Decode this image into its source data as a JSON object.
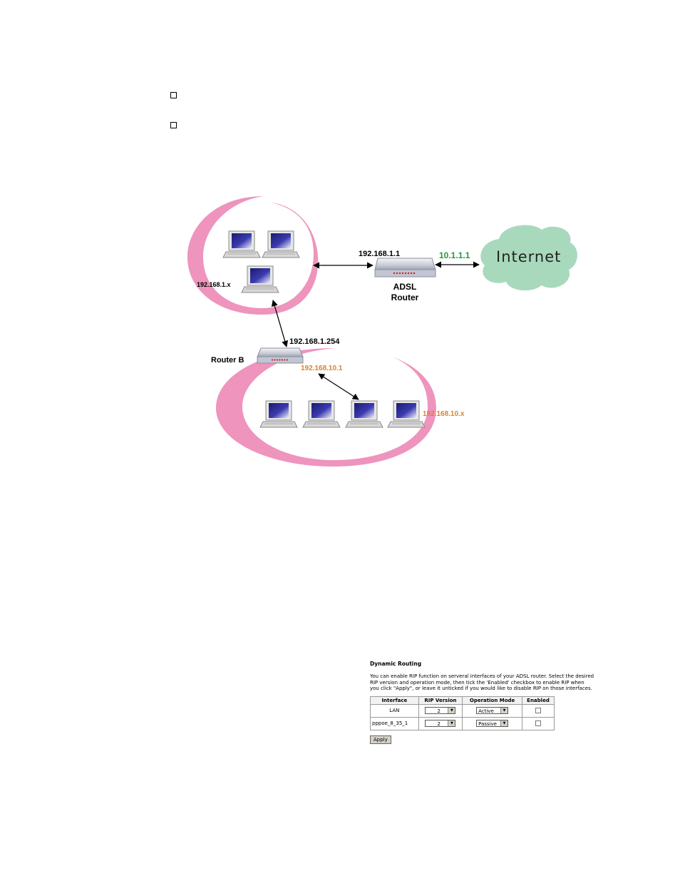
{
  "diagram": {
    "lan1_label": "192.168.1.x",
    "router_lan_ip": "192.168.1.1",
    "router_wan_ip": "10.1.1.1",
    "router_name_line1": "ADSL",
    "router_name_line2": "Router",
    "internet_label": "Internet",
    "routerb_wan_ip": "192.168.1.254",
    "routerb_name": "Router B",
    "routerb_lan_ip": "192.168.10.1",
    "lan2_label": "192.168.10.x",
    "colors": {
      "ellipse": "#ee94bd",
      "cloud": "#a9d9bc",
      "green_ip": "#1f9a3a",
      "orange_ip": "#d9822b",
      "router_led": "#d02020"
    }
  },
  "rip_panel": {
    "title": "Dynamic Routing",
    "description": "You can enable RIP function on serveral interfaces of your ADSL router. Select the desired RIP version and operation mode, then tick the 'Enabled' checkbox to enable RIP when you click \"Apply\", or leave it unticked if you would like to disable RIP on those interfaces.",
    "headers": [
      "Interface",
      "RIP Version",
      "Operation Mode",
      "Enabled"
    ],
    "rows": [
      {
        "interface": "LAN",
        "rip_version": "2",
        "mode": "Active",
        "enabled": false
      },
      {
        "interface": "pppoe_8_35_1",
        "rip_version": "2",
        "mode": "Passive",
        "enabled": false
      }
    ],
    "apply_label": "Apply"
  }
}
